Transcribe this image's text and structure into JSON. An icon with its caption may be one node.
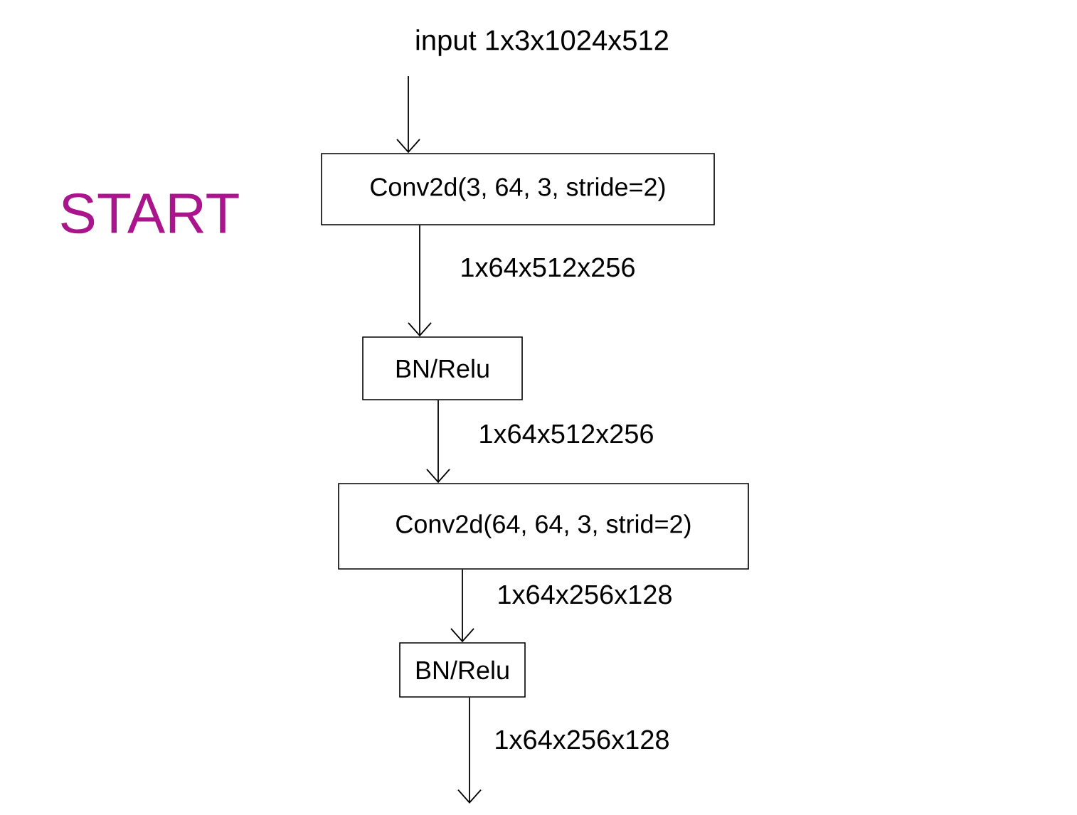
{
  "diagram": {
    "nodes": [
      {
        "text": [
          "input 1x3x1024x512"
        ]
      },
      {
        "text": [
          "Conv2d(3, 64, 3, stride=2)"
        ]
      },
      {
        "text": [
          "BN/Relu"
        ]
      },
      {
        "text": [
          "Conv2d(64, 64, 3, strid=2)"
        ]
      },
      {
        "text": [
          "BN/Relu"
        ]
      }
    ],
    "edges": [
      {
        "from": 0,
        "to": 1,
        "arrow": "to"
      },
      {
        "from": 1,
        "to": 2,
        "arrow": "to",
        "label": "1x64x512x256"
      },
      {
        "from": 2,
        "to": 3,
        "arrow": "to",
        "label": "1x64x512x256"
      },
      {
        "from": 3,
        "to": 4,
        "arrow": "to",
        "label": "1x64x256x128"
      },
      {
        "from": 4,
        "to": null,
        "arrow": "to",
        "label": "1x64x256x128"
      }
    ],
    "labels": [
      "START"
    ]
  }
}
